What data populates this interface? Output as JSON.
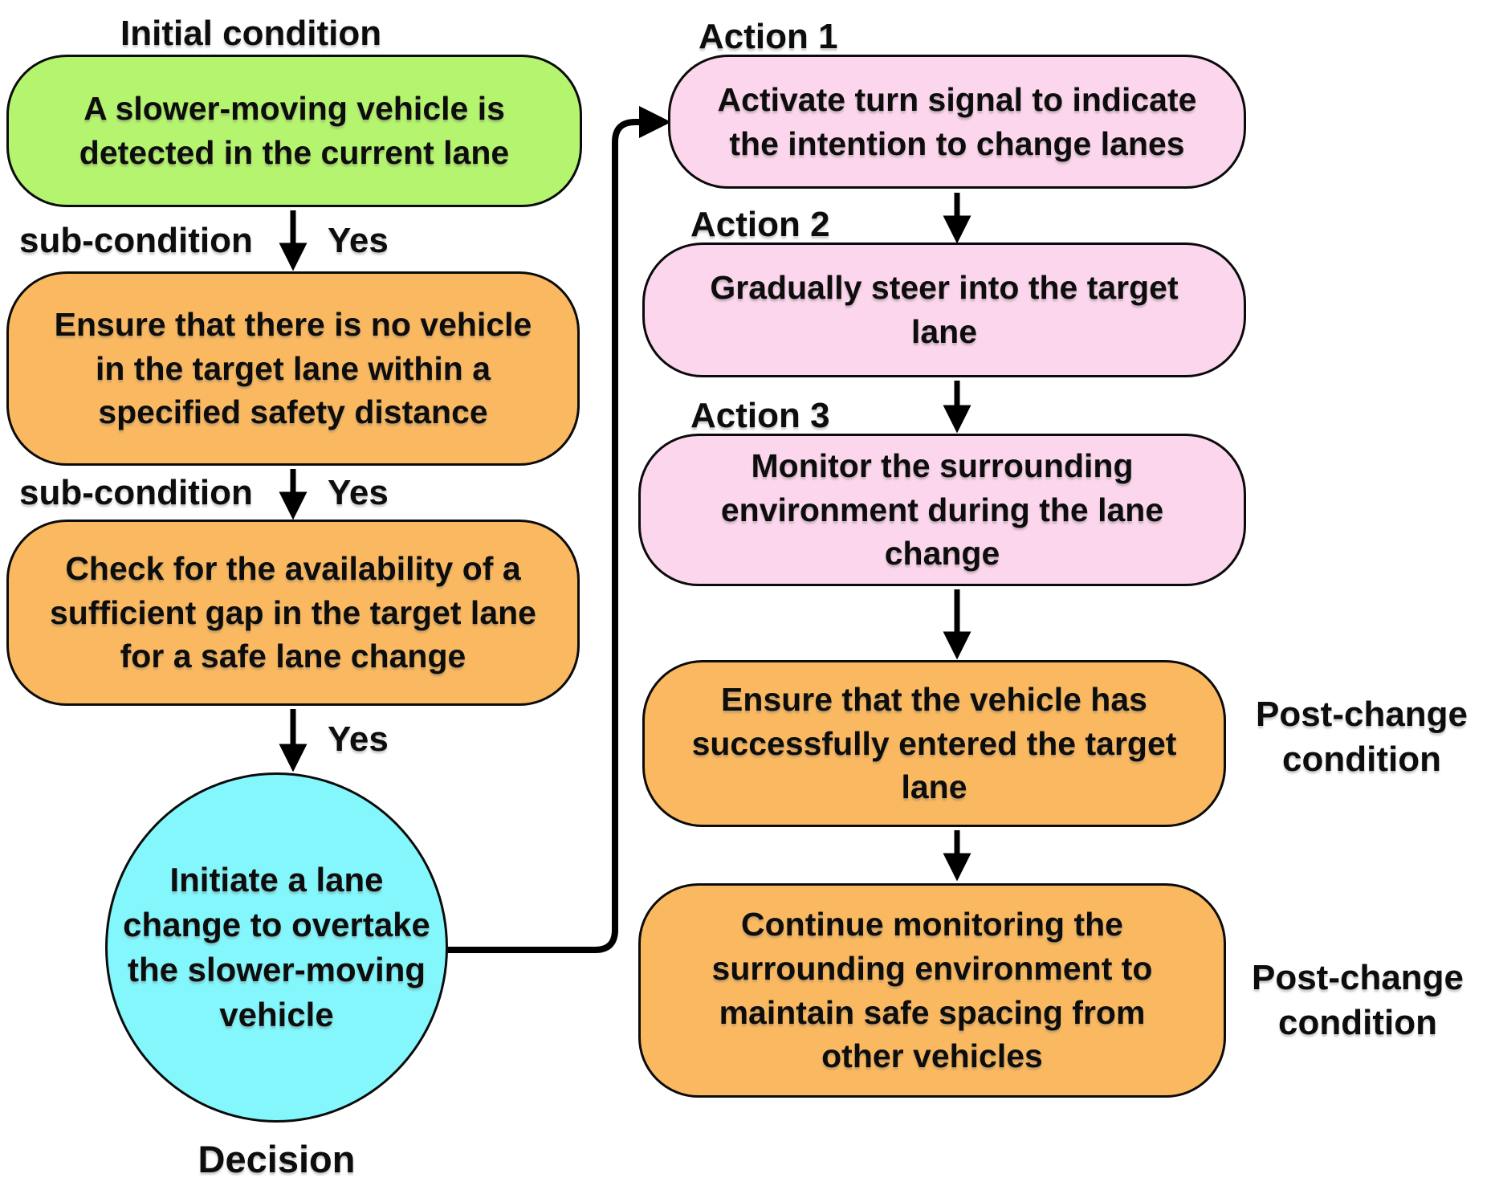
{
  "diagram": {
    "labels": {
      "initial_condition": "Initial condition",
      "sub_condition_1": "sub-condition",
      "sub_condition_2": "sub-condition",
      "yes_1": "Yes",
      "yes_2": "Yes",
      "yes_3": "Yes",
      "decision": "Decision",
      "action_1": "Action 1",
      "action_2": "Action 2",
      "action_3": "Action 3",
      "post_change_1": "Post-change\ncondition",
      "post_change_2": "Post-change\ncondition"
    },
    "nodes": {
      "initial_condition": "A slower-moving vehicle is\ndetected in the current lane",
      "sub_condition_1": "Ensure that there is no vehicle\nin the target lane within a\nspecified safety distance",
      "sub_condition_2": "Check for the availability of a\nsufficient gap in the target lane\nfor a safe lane change",
      "decision": "Initiate a lane\nchange to overtake\nthe slower-moving\nvehicle",
      "action_1": "Activate turn signal to indicate\nthe intention to change lanes",
      "action_2": "Gradually steer into the target\nlane",
      "action_3": "Monitor the surrounding\nenvironment during the lane\nchange",
      "post_condition_1": "Ensure that the vehicle has\nsuccessfully entered the target\nlane",
      "post_condition_2": "Continue monitoring the\nsurrounding environment to\nmaintain safe spacing from\nother vehicles"
    },
    "colors": {
      "green": "#b5f46e",
      "orange": "#fab961",
      "pink": "#fcd6ec",
      "cyan": "#84f7fc",
      "line": "#000000"
    }
  }
}
